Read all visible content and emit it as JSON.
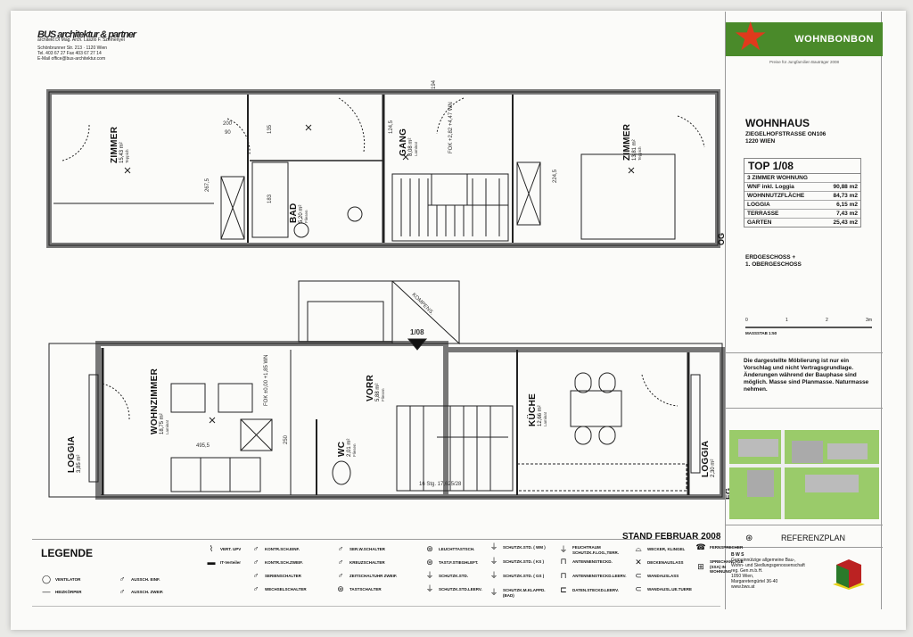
{
  "header": {
    "firm": "BUS architektur & partner",
    "line1": "architekt DI Mag. Arch. Laszlo F. Szemenyei",
    "line2": "Schönbrunner Str. 213 · 1120 Wien",
    "line3": "Tel. 403 67 27  Fax 403 67 27 14",
    "line4": "E-Mail office@bus-architektur.com"
  },
  "plan": {
    "floor_upper": "OG",
    "floor_lower": "EG",
    "rooms_upper": [
      {
        "name": "ZIMMER",
        "area": "15,43 m²",
        "floor": "Teppich"
      },
      {
        "name": "BAD",
        "area": "5,20 m²",
        "floor": "Fliesen"
      },
      {
        "name": "GANG",
        "area": "8,08 m²",
        "floor": "Laminat"
      },
      {
        "name": "ZIMMER",
        "area": "13,81 m²",
        "floor": "Teppich"
      }
    ],
    "rooms_lower": [
      {
        "name": "LOGGIA",
        "area": "3,85 m²",
        "floor": ""
      },
      {
        "name": "WOHNZIMMER",
        "area": "18,75 m²",
        "floor": "Laminat"
      },
      {
        "name": "VORR",
        "area": "5,88 m²",
        "floor": "Fliesen"
      },
      {
        "name": "WC",
        "area": "2,01 m²",
        "floor": "Fliesen"
      },
      {
        "name": "KÜCHE",
        "area": "12,66 m²",
        "floor": "Laminat"
      },
      {
        "name": "LOGGIA",
        "area": "2,30 m²",
        "floor": ""
      }
    ],
    "dims": {
      "d1": "267,5",
      "d2": "224,5",
      "d3": "124,5",
      "d4": "194",
      "d5": "200",
      "d6": "90",
      "d7": "135",
      "d8": "183",
      "d9": "495,5",
      "d10": "250",
      "d11": "16 Stg. 17,625/28",
      "fok_upper": "FOK +2,82",
      "wn_upper": "+4,47 WN",
      "fok_lower": "FOK ±0,00",
      "wn_lower": "+1,85 WN",
      "top_marker": "1/08",
      "kompens": "KOMPENS."
    },
    "stand": "STAND FEBRUAR 2008"
  },
  "panel": {
    "brand": "WOHNBONBON",
    "tagline": "Preise für Jungfamilien Bauträger 2008",
    "title": "WOHNHAUS",
    "street": "ZIEGELHOFSTRASSE ON106",
    "city": "1220 WIEN",
    "top": "TOP   1/08",
    "type": "3  ZIMMER WOHNUNG",
    "areas": [
      {
        "label": "WNF inkl. Loggia",
        "value": "90,88 m2"
      },
      {
        "label": "WOHNNUTZFLÄCHE",
        "value": "84,73 m2"
      },
      {
        "label": "LOGGIA",
        "value": "6,15 m2"
      },
      {
        "label": "TERRASSE",
        "value": "7,43 m2"
      },
      {
        "label": "GARTEN",
        "value": "25,43 m2"
      }
    ],
    "floors1": "ERDGESCHOSS +",
    "floors2": "1. OBERGESCHOSS",
    "scale_ticks": [
      "0",
      "1",
      "2",
      "3m"
    ],
    "scale_label": "MASSSTAB 1:50",
    "note": "Die dargestellte Möblierung ist nur ein Vorschlag und nicht Vertragsgrundlage. Änderungen während der Bauphase sind möglich. Masse sind Planmasse. Naturmasse nehmen.",
    "ref_title": "REFERENZPLAN",
    "bws": [
      "B W S",
      "Gemeinnützige allgemeine Bau-,",
      "Wohn- und Siedlungsgenossenschaft",
      "reg. Gen.m.b.H.",
      "1050 Wien,",
      "Margaretengürtel 36-40",
      "www.bws.at"
    ],
    "colors": {
      "brand_green": "#4a8a2a",
      "star_red": "#e03a1c"
    }
  },
  "legend": {
    "title": "LEGENDE",
    "items": [
      {
        "label": "VERT. UPV",
        "icon": "vert-upv"
      },
      {
        "label": "IT-Verteiler",
        "icon": "it-verteiler"
      },
      {
        "label": "VENTILATOR",
        "icon": "ventilator"
      },
      {
        "label": "HEIZKÖRPER",
        "icon": "heizkoerper"
      },
      {
        "label": "AUSSCH. EINF.",
        "icon": "switch"
      },
      {
        "label": "AUSSCH. ZWEIF.",
        "icon": "switch"
      },
      {
        "label": "KONTR.SCH.EINF.",
        "icon": "switch"
      },
      {
        "label": "KONTR.SCH.ZWEIF.",
        "icon": "switch"
      },
      {
        "label": "SERIENSCHALTER",
        "icon": "switch"
      },
      {
        "label": "WECHSELSCHALTER",
        "icon": "switch"
      },
      {
        "label": "SER.W.SCHALTER",
        "icon": "switch"
      },
      {
        "label": "KREUZSCHALTER",
        "icon": "switch"
      },
      {
        "label": "ZEITSCHALTUHR ZWEIF.",
        "icon": "switch"
      },
      {
        "label": "TASTSCHALTER",
        "icon": "button"
      },
      {
        "label": "LEUCHTTASTSCH.",
        "icon": "button"
      },
      {
        "label": "TAST.F.STIEGHLEFT.",
        "icon": "button"
      },
      {
        "label": "SCHUTZK.STD.",
        "icon": "socket"
      },
      {
        "label": "SCHUTZK.STD.LEERV.",
        "icon": "socket"
      },
      {
        "label": "SCHUTZK.STD. ( WM )",
        "icon": "socket"
      },
      {
        "label": "SCHUTZK.STD. ( KS )",
        "icon": "socket"
      },
      {
        "label": "SCHUTZK.STD. ( GS )",
        "icon": "socket"
      },
      {
        "label": "SCHUTZK.M.KLAPPD. (BAD)",
        "icon": "socket"
      },
      {
        "label": "FEUCHTRAUM SCHUTZK.F.LOG.,TERR.",
        "icon": "socket"
      },
      {
        "label": "ANTENNENSTECKD.",
        "icon": "antenna"
      },
      {
        "label": "ANTENNENSTECKD.LEERV.",
        "icon": "antenna"
      },
      {
        "label": "DATEN.STECKD.LEERV.",
        "icon": "data"
      },
      {
        "label": "WECKER, KLINGEL",
        "icon": "bell"
      },
      {
        "label": "DECKENAUSLASS",
        "icon": "ceiling-outlet"
      },
      {
        "label": "WANDAUSLASS",
        "icon": "wall-outlet"
      },
      {
        "label": "WANDAUSL.UE.TUERE",
        "icon": "wall-outlet"
      },
      {
        "label": "FERNSPRECHER",
        "icon": "phone"
      },
      {
        "label": "SPRECHANLAGE (SSA) IN WOHNUNG",
        "icon": "intercom"
      }
    ]
  }
}
